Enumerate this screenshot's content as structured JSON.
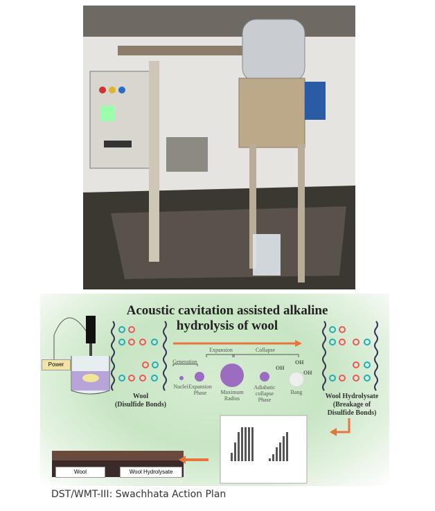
{
  "diagram": {
    "title_line1": "Acoustic cavitation assisted alkaline",
    "title_line2": "hydrolysis of wool",
    "power_label": "Power",
    "wool_label": "Wool",
    "wool_sub": "(Disulfide Bonds)",
    "hydrolysate_label": "Wool Hydrolysate",
    "hydrolysate_sub1": "(Breakage of",
    "hydrolysate_sub2": "Disulfide Bonds)",
    "stages": {
      "expansion": "Expansion",
      "collapse": "Collapse",
      "generation": "Generation",
      "nuclei": "Nuclei",
      "expansion_phase": "Expansion Phase",
      "maximum_radius": "Maximum Radius",
      "adiabatic": "Adiabatic collapse Phase",
      "bang": "Bang",
      "oh": "OH"
    },
    "field_tags": {
      "wool": "Wool",
      "hydrolysate": "Wool Hydrolysate"
    }
  },
  "caption": "DST/WMT-III: Swachhata Action Plan"
}
